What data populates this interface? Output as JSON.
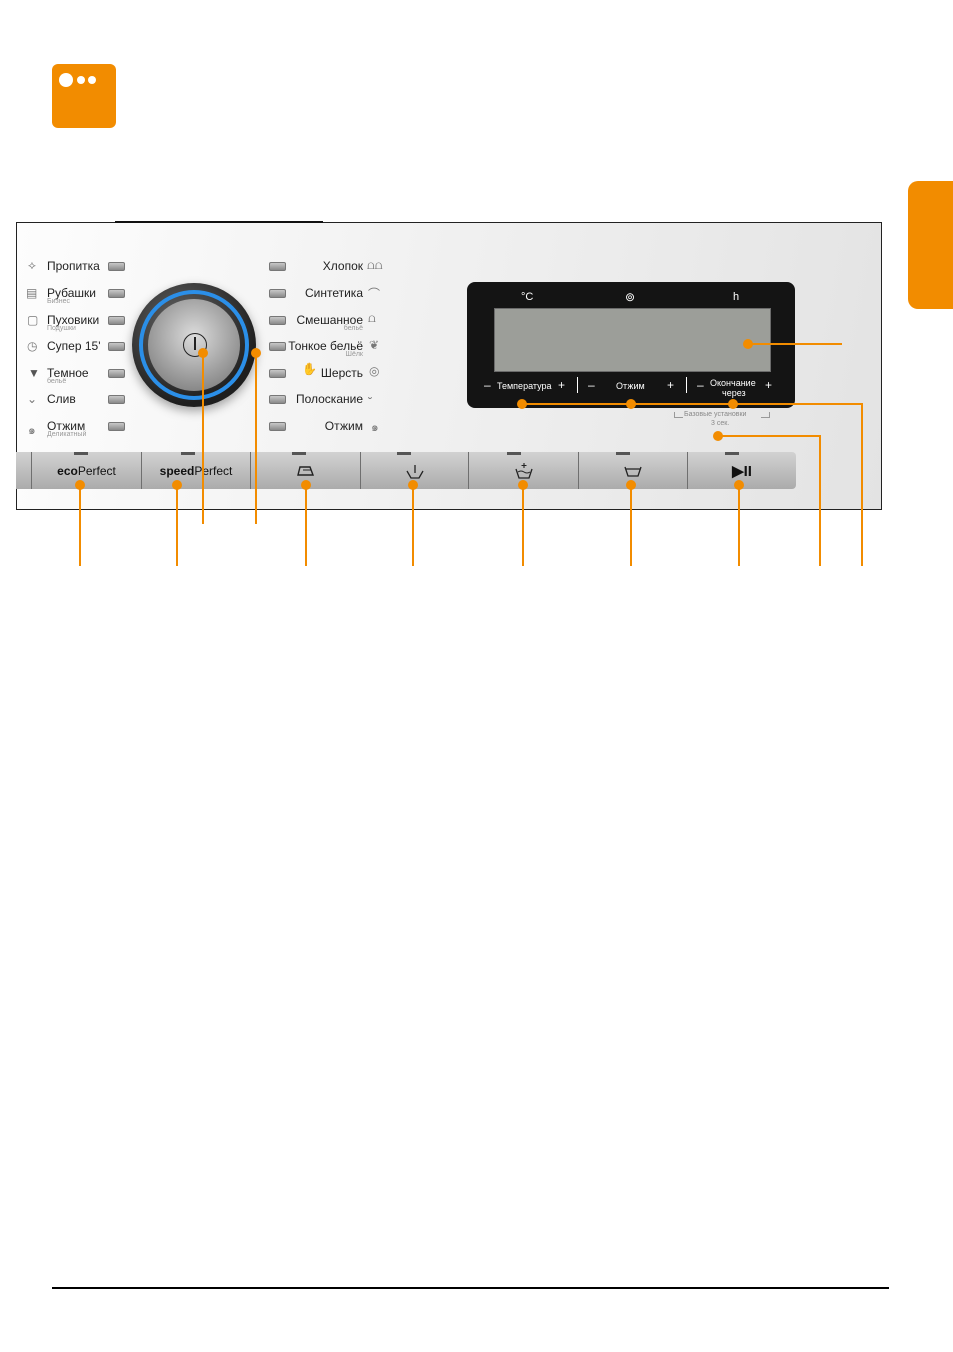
{
  "colors": {
    "accent": "#f28c00",
    "knob_ring": "#2b8fe8",
    "display_bg": "#141414",
    "lcd": "#9c9e99"
  },
  "header_icon": "info-dots-icon",
  "programs_left": [
    {
      "label": "Пропитка",
      "sub": "",
      "icon": "impregnation-icon"
    },
    {
      "label": "Рубашки",
      "sub": "Бизнес",
      "icon": "shirts-icon"
    },
    {
      "label": "Пуховики",
      "sub": "Подушки",
      "icon": "down-jacket-icon"
    },
    {
      "label": "Супер 15'",
      "sub": "",
      "icon": "timer-icon"
    },
    {
      "label": "Темное",
      "sub": "бельё",
      "icon": "dark-shirt-icon"
    },
    {
      "label": "Слив",
      "sub": "",
      "icon": "drain-icon"
    },
    {
      "label": "Отжим",
      "sub": "Деликатный",
      "icon": "spin-icon"
    }
  ],
  "programs_right": [
    {
      "label": "Хлопок",
      "sub": "",
      "icon": "cotton-icon"
    },
    {
      "label": "Синтетика",
      "sub": "",
      "icon": "synthetics-icon"
    },
    {
      "label": "Смешанное",
      "sub": "бельё",
      "icon": "mixed-icon"
    },
    {
      "label": "Тонкое бельё",
      "sub": "Шёлк",
      "icon": "delicates-icon"
    },
    {
      "label": "Шерсть",
      "sub": "",
      "icon": "wool-icon"
    },
    {
      "label": "Полоскание",
      "sub": "",
      "icon": "rinse-icon"
    },
    {
      "label": "Отжим",
      "sub": "",
      "icon": "spin-icon"
    }
  ],
  "display": {
    "top_labels": [
      "°C",
      "⊚",
      "h"
    ],
    "temp_label": "Температура",
    "spin_label": "Отжим",
    "end_label_1": "Окончание",
    "end_label_2": "через",
    "minus": "–",
    "plus": "+",
    "base_settings": "Базовые установки",
    "base_settings_time": "3 сек."
  },
  "buttons": {
    "eco_bold": "eco",
    "eco_rest": "Perfect",
    "speed_bold": "speed",
    "speed_rest": "Perfect",
    "ironing_icon": "iron-icon",
    "water_plus_icon": "water-plus-icon",
    "rinse_plus_icon": "rinse-plus-icon",
    "rinse_stop_icon": "rinse-stop-icon",
    "start_pause": "▶II"
  }
}
